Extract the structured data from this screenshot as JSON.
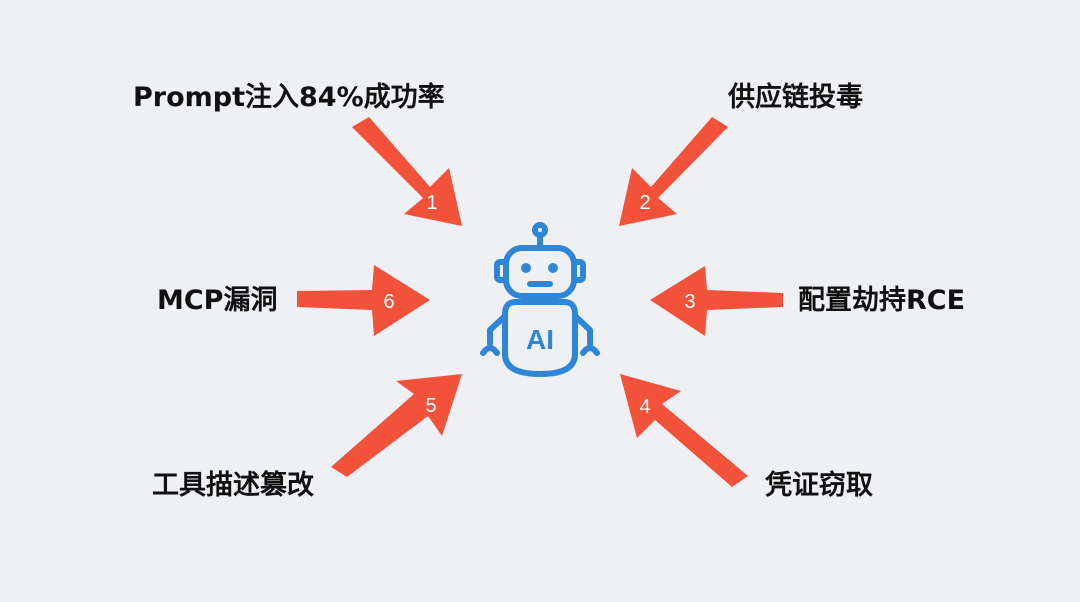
{
  "center": {
    "icon": "robot-icon",
    "badge": "AI",
    "color": "#2f86d6"
  },
  "arrow_color": "#f2513a",
  "threats": [
    {
      "num": "1",
      "label": "Prompt注入84%成功率"
    },
    {
      "num": "2",
      "label": "供应链投毒"
    },
    {
      "num": "3",
      "label": "配置劫持RCE"
    },
    {
      "num": "4",
      "label": "凭证窃取"
    },
    {
      "num": "5",
      "label": "工具描述篡改"
    },
    {
      "num": "6",
      "label": "MCP漏洞"
    }
  ]
}
